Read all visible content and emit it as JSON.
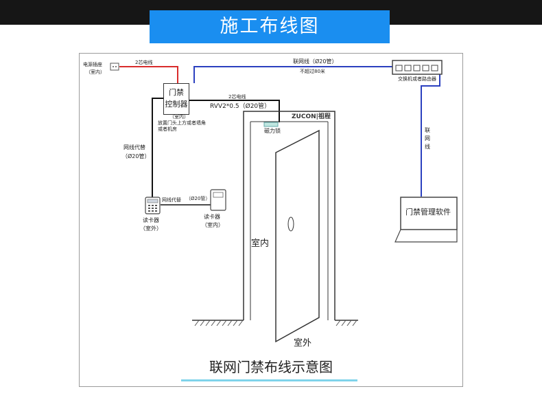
{
  "header": {
    "title": "施工布线图"
  },
  "diagram": {
    "power_socket_label": "电源插座",
    "power_socket_sublabel": "（室内）",
    "wire_2core_top": "2芯电线",
    "network_line_label": "联网线（Ø20管）",
    "network_line_note": "不超过80米",
    "switch_label": "交换机或者路由器",
    "controller_line1": "门禁",
    "controller_line2": "控制器",
    "controller_note1": "（室内）",
    "controller_note2": "放置门头上方或者墙角",
    "controller_note3": "或者机房",
    "wire_2core_lock": "2芯电线",
    "lock_cable_spec": "RVV2*0.5（Ø20管）",
    "brand": "ZUCON|祖程",
    "maglock_label": "磁力锁",
    "net_replace_label": "网线代替",
    "net_replace_pipe": "（Ø20管）",
    "reader_cable_label": "网线代替",
    "reader_cable_pipe": "（Ø20管）",
    "reader1_label": "读卡器",
    "reader1_sub": "（室外）",
    "reader2_label": "读卡器",
    "reader2_sub": "室内",
    "reader2_sub_full": "（室内）",
    "network_vertical": "联网线",
    "software_label": "门禁管理软件",
    "indoor_label": "室内",
    "outdoor_label": "室外",
    "caption": "联网门禁布线示意图"
  },
  "colors": {
    "banner": "#1a8ef0",
    "power_wire": "#d92b2b",
    "network_wire": "#2a3fbf",
    "control_wire": "#111111",
    "underline": "#7fd3ea"
  }
}
